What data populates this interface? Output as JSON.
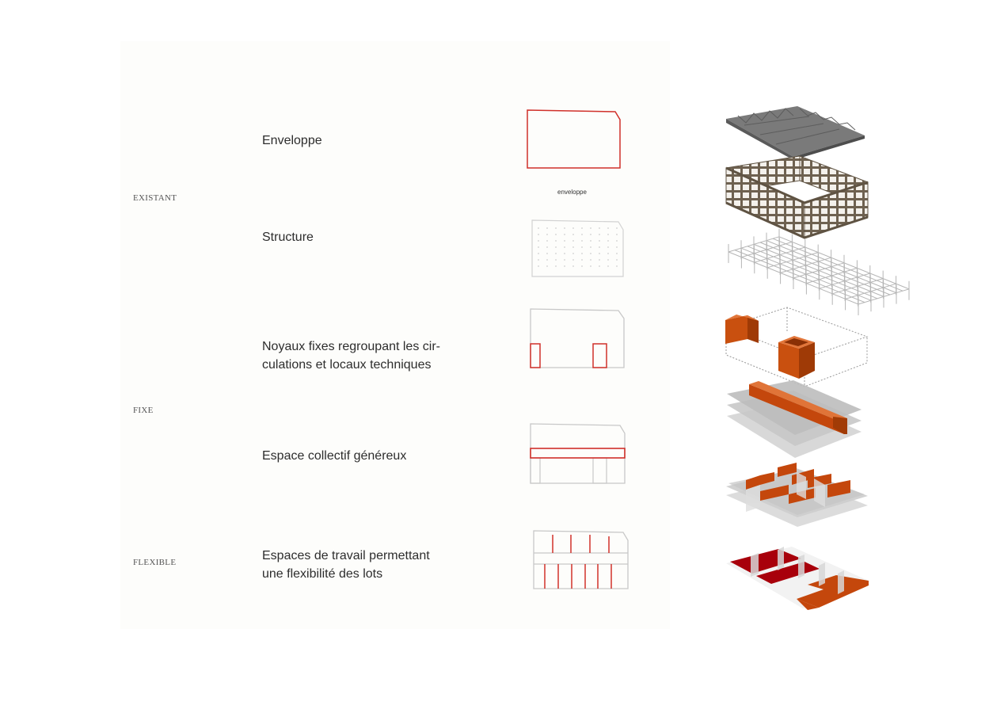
{
  "categories": {
    "existant": "EXISTANT",
    "fixe": "FIXE",
    "flexible": "FLEXIBLE"
  },
  "labels": {
    "enveloppe": "Enveloppe",
    "structure": "Structure",
    "noyaux": "Noyaux fixes regroupant les cir-\nculations et locaux techniques",
    "espace_collectif": "Espace collectif généreux",
    "espaces_travail": "Espaces de travail permettant\nune flexibilité des lots"
  },
  "plan_caption": "enveloppe",
  "colors": {
    "accent_red": "#d0302a",
    "orange": "#c4470c",
    "dark_red": "#b3000a",
    "roof_gray": "#777777",
    "frame_brown": "#6e6150",
    "plan_gray": "#c8c8c8"
  }
}
